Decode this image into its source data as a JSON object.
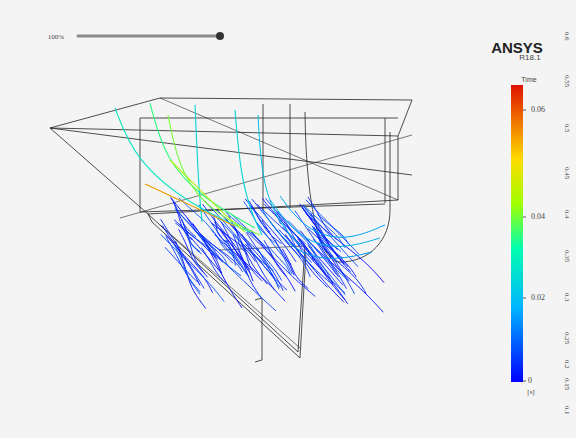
{
  "diagram": {
    "labels": [
      "100%",
      "ANSYS",
      "R18.1",
      "Time",
      "0.06",
      "0.04",
      "0.02",
      "0",
      "[s]",
      "0.6",
      "0.55",
      "0.5",
      "0.45",
      "0.4",
      "0.35",
      "0.3",
      "0.25",
      "0.2",
      "0.15",
      "0.1"
    ]
  }
}
